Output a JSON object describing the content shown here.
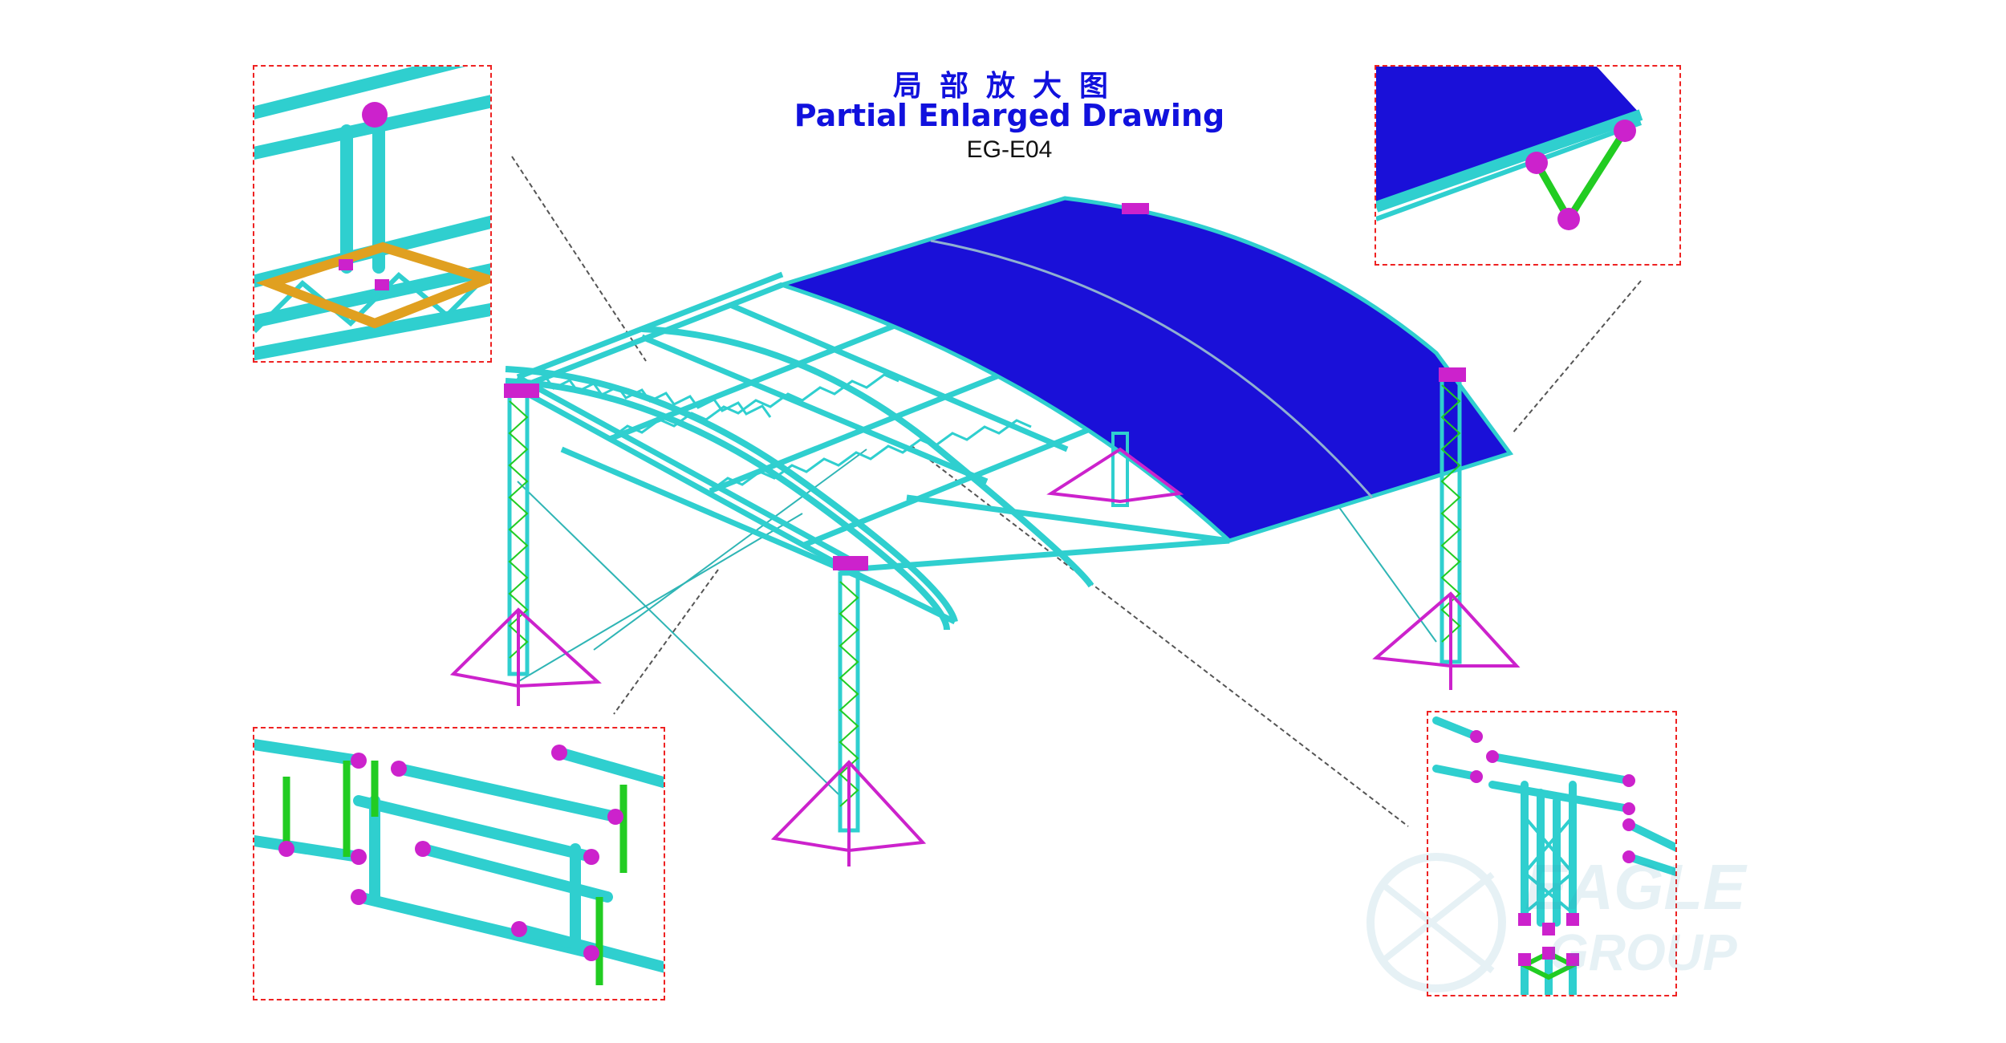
{
  "header": {
    "title_cn": "局部放大图",
    "title_en": "Partial Enlarged Drawing",
    "code": "EG-E04"
  },
  "watermark": {
    "line1": "EAGLE",
    "line2": "GROUP"
  },
  "colors": {
    "truss": "#2fcfcf",
    "connector": "#cc22cc",
    "brace": "#22cc22",
    "roof": "#1a10d8",
    "plate": "#e0a020",
    "frame": "#ee2222"
  }
}
